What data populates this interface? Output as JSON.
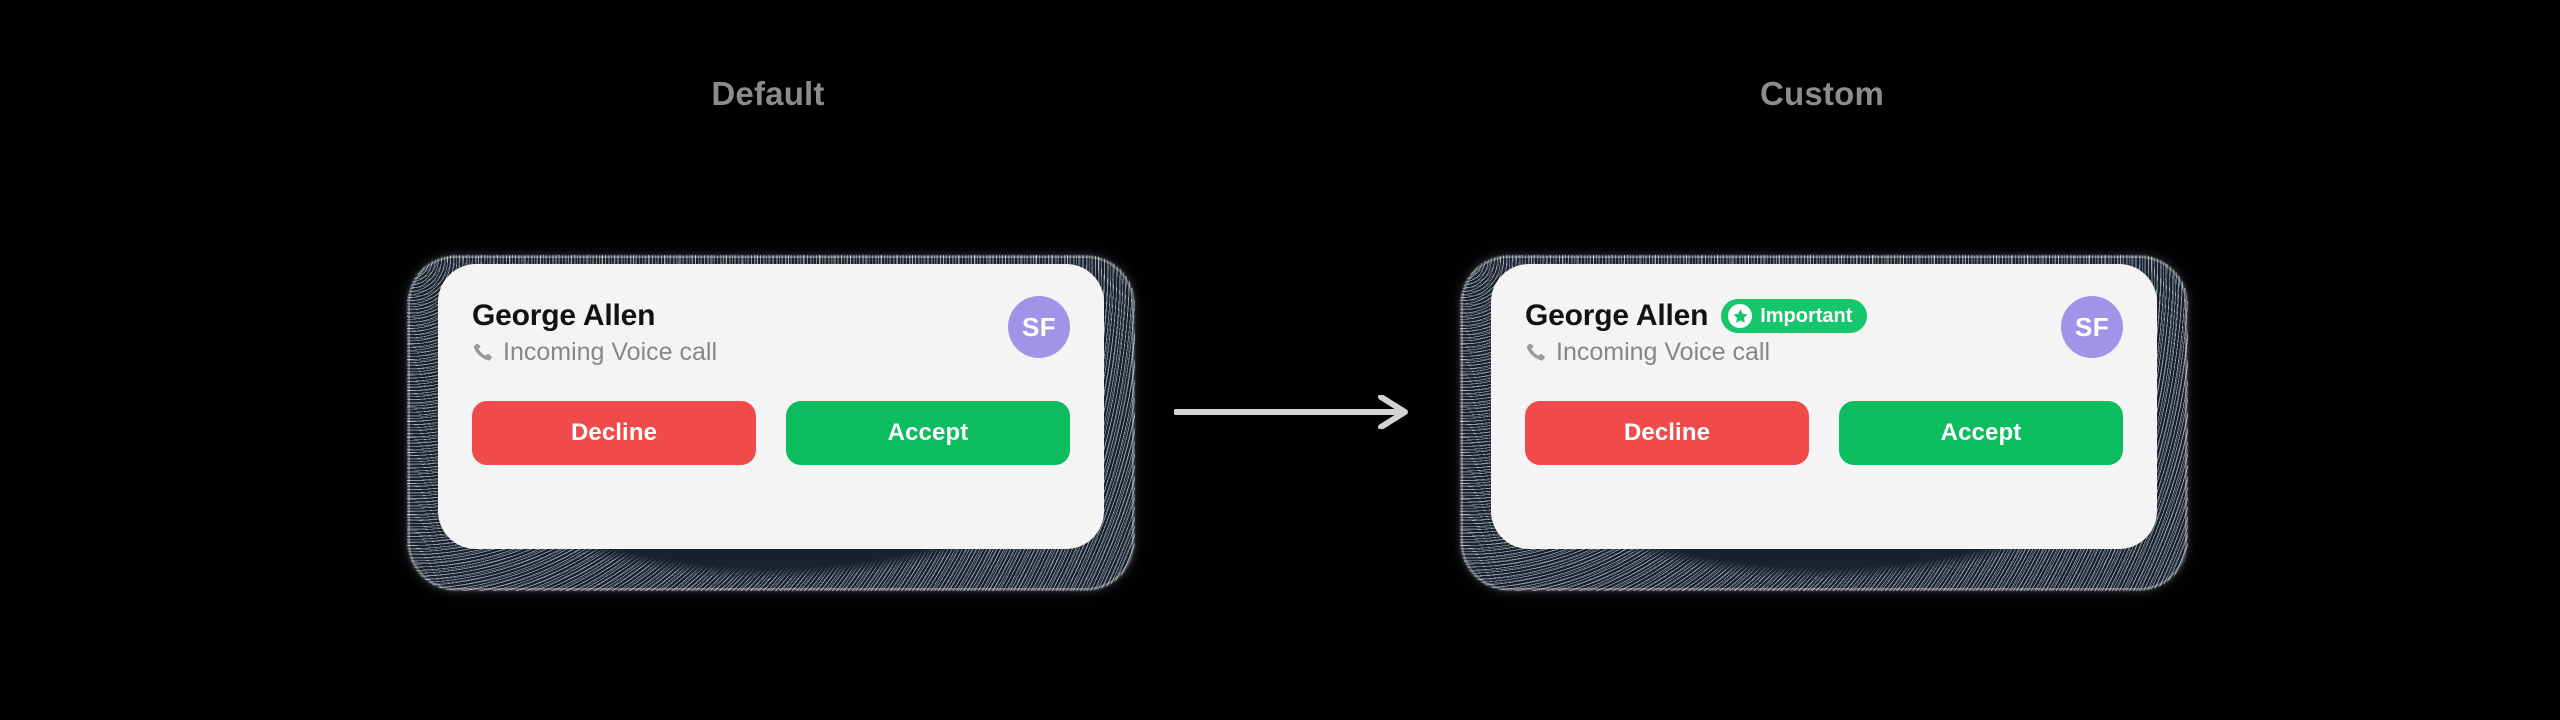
{
  "sections": [
    {
      "id": "default",
      "label": "Default"
    },
    {
      "id": "custom",
      "label": "Custom"
    }
  ],
  "cards": {
    "default": {
      "caller_name": "George Allen",
      "subtitle": "Incoming Voice call",
      "subtitle_icon": "phone-icon",
      "avatar_initials": "SF",
      "avatar_color": "#a094e8",
      "has_badge": false,
      "decline_label": "Decline",
      "accept_label": "Accept",
      "decline_color": "#f04a4a",
      "accept_color": "#0cbd5f",
      "card_background": "#f4f4f4",
      "frame_color": "#18212f"
    },
    "custom": {
      "caller_name": "George Allen",
      "subtitle": "Incoming Voice call",
      "subtitle_icon": "phone-icon",
      "avatar_initials": "SF",
      "avatar_color": "#a094e8",
      "has_badge": true,
      "badge_label": "Important",
      "badge_icon": "star-icon",
      "badge_color": "#16c66a",
      "decline_label": "Decline",
      "accept_label": "Accept",
      "decline_color": "#f04a4a",
      "accept_color": "#0cbd5f",
      "card_background": "#f4f4f4",
      "frame_color": "#18212f"
    }
  },
  "connector": {
    "icon": "arrow-right-icon",
    "color": "#d4d4d4"
  },
  "canvas": {
    "background": "#000000",
    "label_color": "#8c8c8c"
  }
}
